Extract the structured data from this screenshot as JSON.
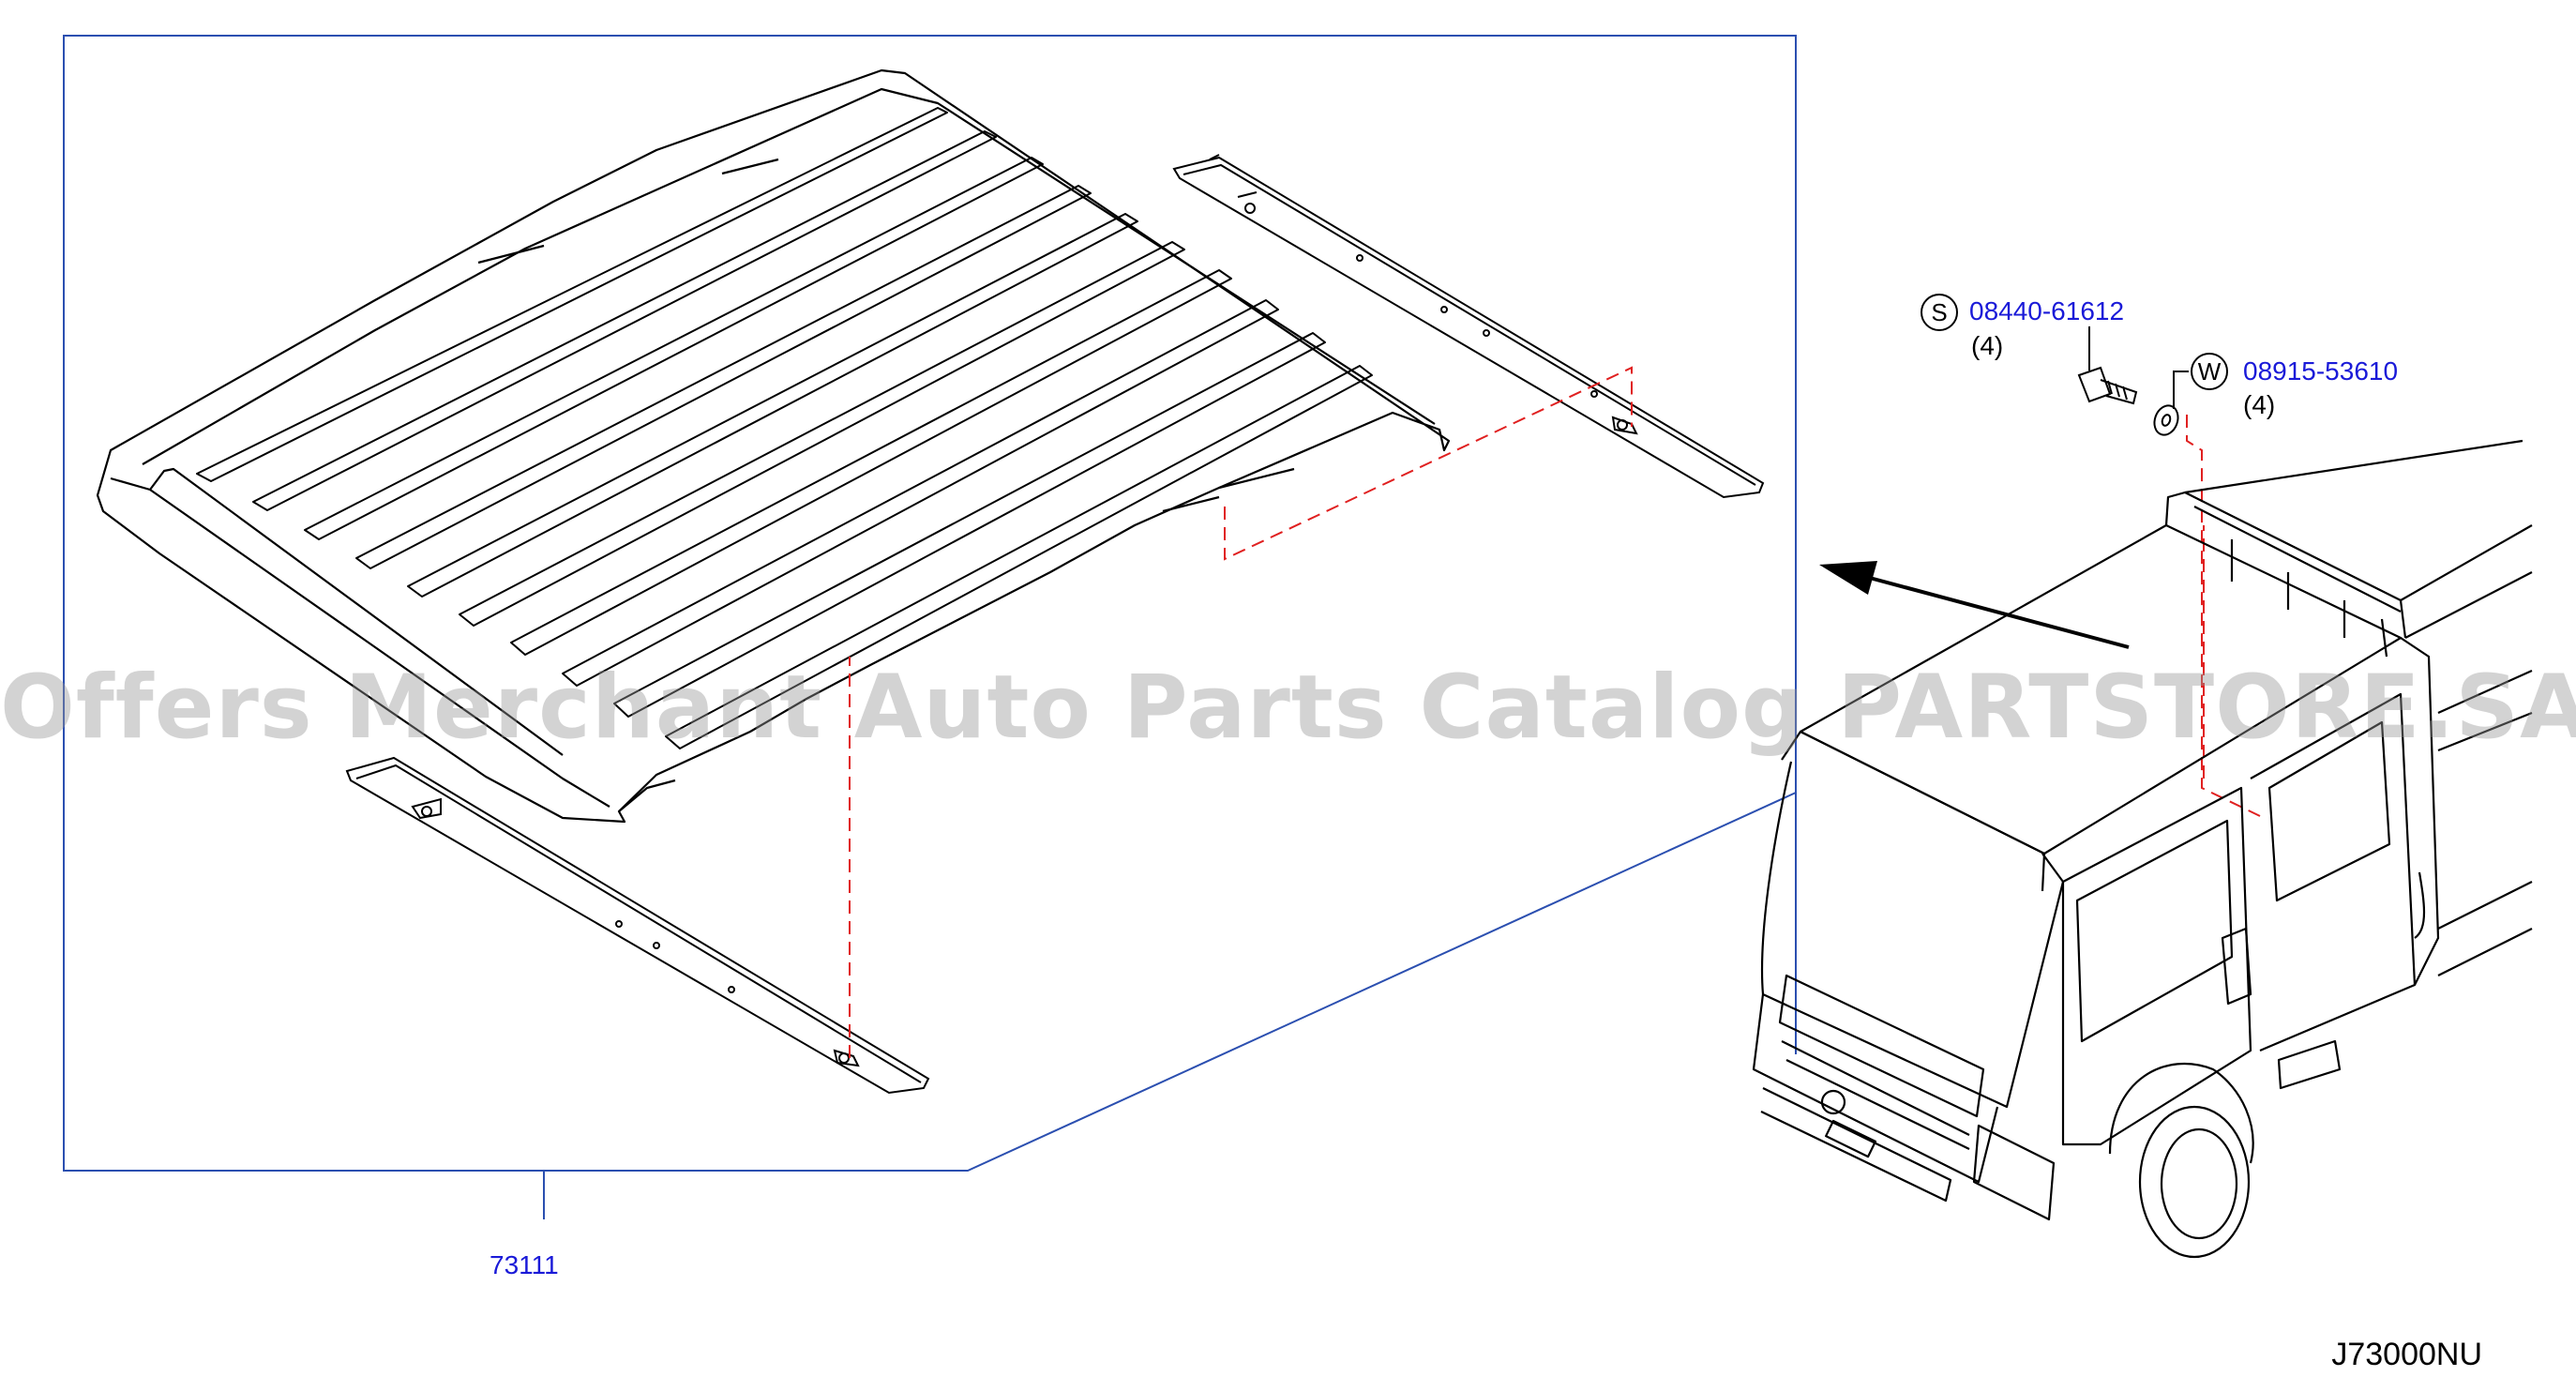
{
  "watermark": "Offers Merchant Auto Parts Catalog PARTSTORE.SA",
  "diagram_code": "J73000NU",
  "callouts": {
    "roof_panel": {
      "part_no": "73111"
    },
    "screw": {
      "symbol": "S",
      "part_no": "08440-61612",
      "qty": "(4)"
    },
    "washer": {
      "symbol": "W",
      "part_no": "08915-53610",
      "qty": "(4)"
    }
  },
  "colors": {
    "part_number": "#1a1ad8",
    "frame": "#2b4fb0",
    "leader": "#e02020",
    "line": "#000000"
  }
}
